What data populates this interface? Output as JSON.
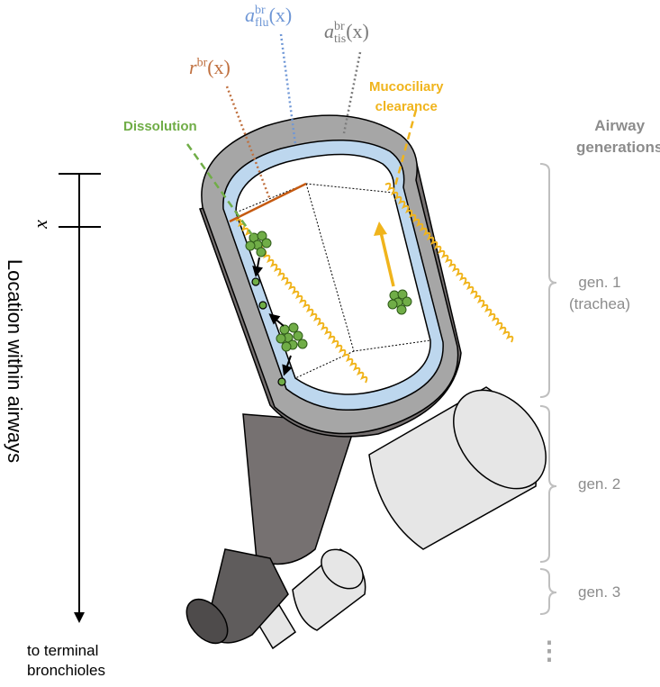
{
  "colors": {
    "r_br": "#c0703f",
    "a_flu": "#6f97d6",
    "a_tis": "#7a7a7a",
    "mucociliary": "#f0b41c",
    "dissolution": "#70ad47",
    "airway_gray": "#8c8c8c",
    "fluid_blue": "#bdd7ee",
    "tissue_gray": "#a6a6a6",
    "dark_tube": "#6b6969",
    "light_tube": "#e6e6e6",
    "particle_green": "#70ad47"
  },
  "math_labels": {
    "r_br": {
      "base": "r",
      "sup": "br",
      "arg": "(x)"
    },
    "a_flu": {
      "base": "a",
      "sup": "br",
      "sub": "flu",
      "arg": "(x)"
    },
    "a_tis": {
      "base": "a",
      "sup": "br",
      "sub": "tis",
      "arg": "(x)"
    },
    "x_marker": "x"
  },
  "labels": {
    "dissolution": "Dissolution",
    "mucociliary_line1": "Mucociliary",
    "mucociliary_line2": "clearance",
    "airway_gen_line1": "Airway",
    "airway_gen_line2": "generations",
    "location_axis": "Location within airways",
    "terminal_line1": "to terminal",
    "terminal_line2": "bronchioles",
    "ellipsis": "⋮"
  },
  "generations": [
    {
      "line1": "gen. 1",
      "line2": "(trachea)"
    },
    {
      "line1": "gen. 2",
      "line2": ""
    },
    {
      "line1": "gen. 3",
      "line2": ""
    }
  ]
}
